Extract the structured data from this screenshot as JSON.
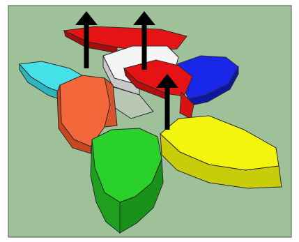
{
  "scene": {
    "background_color": "#9ec19a",
    "border_color": "#5f6e5a",
    "petals": [
      {
        "name": "cyan",
        "color": "#45e1e8"
      },
      {
        "name": "orange",
        "color": "#f4673b"
      },
      {
        "name": "green",
        "color": "#2ad12a"
      },
      {
        "name": "yellow",
        "color": "#f3f50f"
      },
      {
        "name": "blue",
        "color": "#1826e8"
      },
      {
        "name": "red",
        "color": "#e51313"
      },
      {
        "name": "white",
        "color": "#f5f5f5"
      }
    ],
    "arrow_color": "#000000",
    "arrow_count": 3
  }
}
